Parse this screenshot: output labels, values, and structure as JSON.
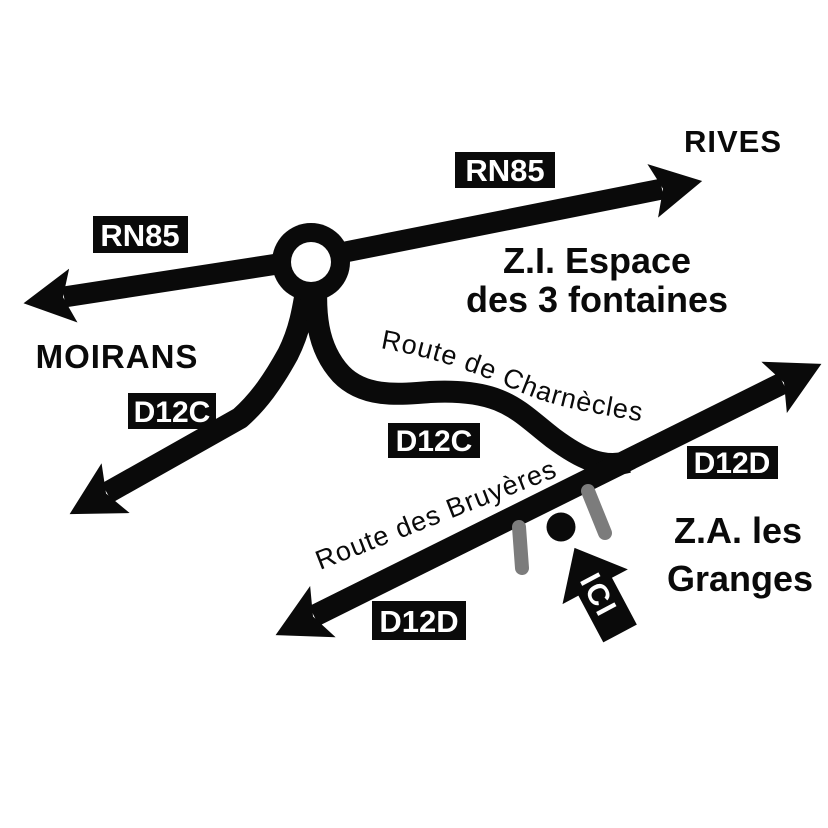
{
  "map": {
    "title_hint": "Schematic road access map",
    "destinations": {
      "rives": "RIVES",
      "moirans": "MOIRANS",
      "zi_line1": "Z.I. Espace",
      "zi_line2": "des 3 fontaines",
      "za_line1": "Z.A. les",
      "za_line2": "Granges"
    },
    "road_badges": {
      "rn85_left": "RN85",
      "rn85_right": "RN85",
      "d12c_left": "D12C",
      "d12c_mid": "D12C",
      "d12d_bottom": "D12D",
      "d12d_right": "D12D"
    },
    "street_labels": {
      "charnecles": "Route de Charnècles",
      "bruyeres": "Route des Bruyères"
    },
    "here_marker": {
      "label": "ICI"
    },
    "colors": {
      "road": "#0a0a0a",
      "background": "#ffffff",
      "badge_background": "#0a0a0a",
      "badge_text": "#ffffff",
      "side_road": "#7c7c7c",
      "destination_dot": "#0a0a0a"
    }
  }
}
